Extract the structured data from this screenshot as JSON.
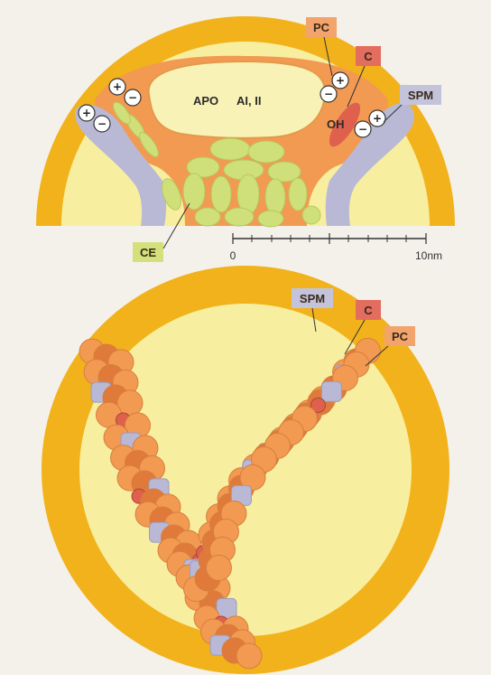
{
  "labels": {
    "pc_top": "PC",
    "c_top": "C",
    "spm_top": "SPM",
    "apo": "APO",
    "apo_class": "AI, II",
    "oh": "OH",
    "ce": "CE",
    "spm_bottom": "SPM",
    "c_bottom": "C",
    "pc_bottom": "PC"
  },
  "scale": {
    "start": "0",
    "end": "10nm"
  },
  "signs": {
    "plus": "+",
    "minus": "−"
  },
  "colors": {
    "shell": "#f2b21b",
    "core": "#f7ef9f",
    "pc": "#f29a52",
    "pc_dark": "#e07a3a",
    "cholesterol": "#e0604e",
    "spm": "#b9b9d6",
    "ce": "#cfe07a",
    "apo": "#f9f2b7",
    "label_pc": "#f3a46c",
    "label_c": "#e36d5e",
    "label_spm": "#c3c3dc",
    "label_ce": "#d3e07c"
  }
}
